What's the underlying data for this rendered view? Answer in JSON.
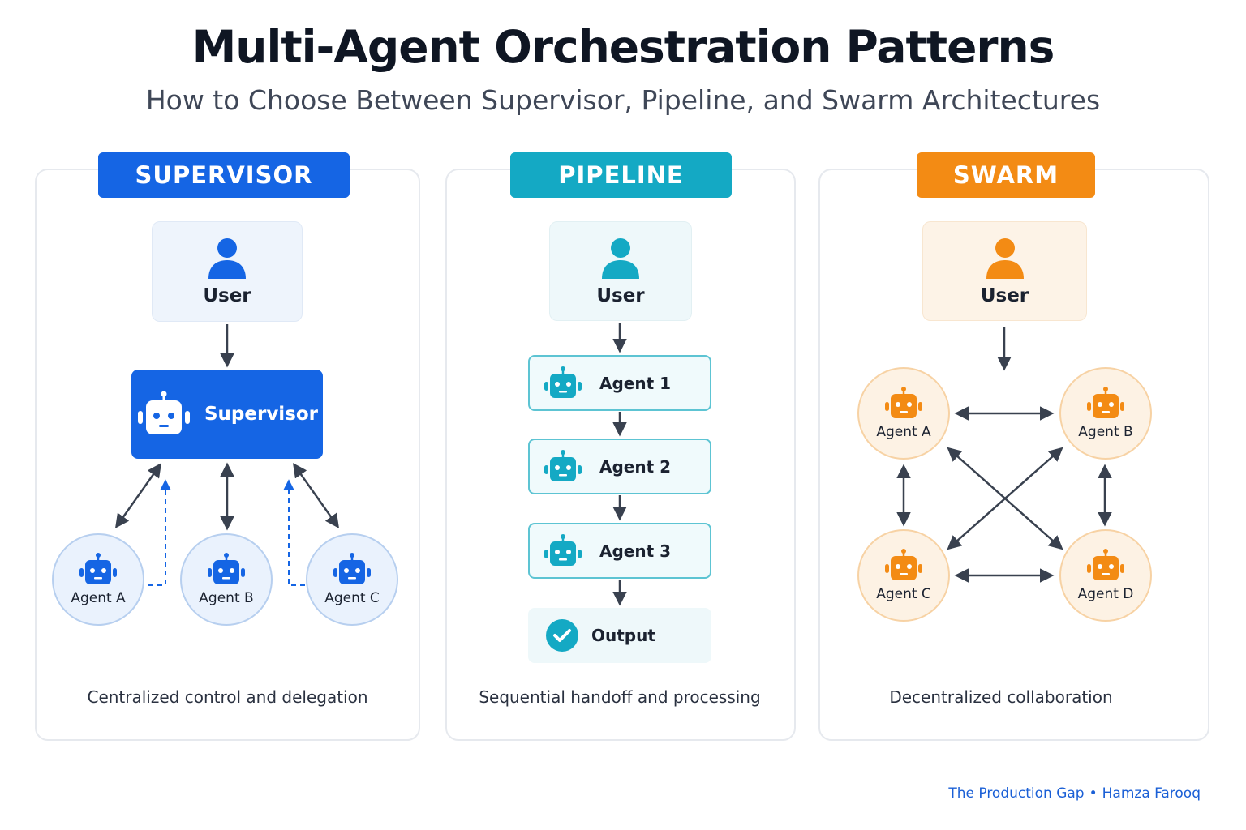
{
  "header": {
    "title": "Multi-Agent Orchestration Patterns",
    "subtitle": "How to Choose Between Supervisor, Pipeline, and Swarm Architectures"
  },
  "colors": {
    "supervisor": "#1565e4",
    "pipeline": "#14a9c4",
    "swarm": "#f38b14",
    "arrow": "#39414f"
  },
  "supervisor": {
    "label": "SUPERVISOR",
    "user_label": "User",
    "supervisor_label": "Supervisor",
    "agents": [
      "Agent A",
      "Agent B",
      "Agent C"
    ],
    "caption": "Centralized control and delegation"
  },
  "pipeline": {
    "label": "PIPELINE",
    "user_label": "User",
    "steps": [
      "Agent 1",
      "Agent 2",
      "Agent 3"
    ],
    "output_label": "Output",
    "caption": "Sequential handoff and processing"
  },
  "swarm": {
    "label": "SWARM",
    "user_label": "User",
    "agents": [
      "Agent A",
      "Agent B",
      "Agent C",
      "Agent D"
    ],
    "caption": "Decentralized collaboration"
  },
  "footer": {
    "publication": "The Production Gap",
    "separator": "•",
    "author": "Hamza Farooq"
  }
}
